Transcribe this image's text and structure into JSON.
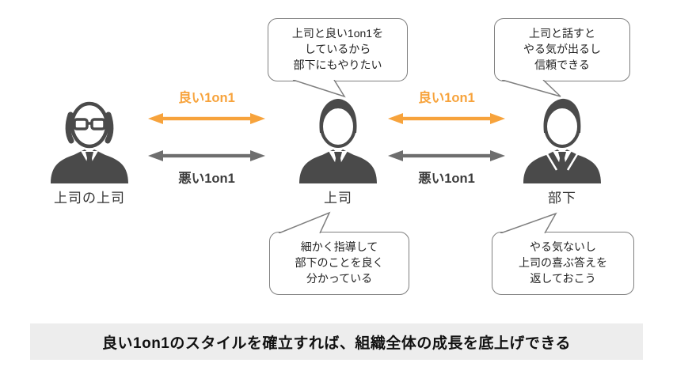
{
  "colors": {
    "accent_orange": "#F7A33C",
    "arrow_gray": "#6E6E6E",
    "icon_gray": "#4A4A4A",
    "banner_bg": "#EDEDED",
    "text_dark": "#333333"
  },
  "people": [
    {
      "id": "boss-of-boss",
      "label": "上司の上司"
    },
    {
      "id": "boss",
      "label": "上司"
    },
    {
      "id": "subordinate",
      "label": "部下"
    }
  ],
  "relations": {
    "good_label": "良い1on1",
    "bad_label": "悪い1on1"
  },
  "bubbles": {
    "boss_top": "上司と良い1on1を\nしているから\n部下にもやりたい",
    "subordinate_top": "上司と話すと\nやる気が出るし\n信頼できる",
    "boss_bottom": "細かく指導して\n部下のことを良く\n分かっている",
    "subordinate_bottom": "やる気ないし\n上司の喜ぶ答えを\n返しておこう"
  },
  "banner": {
    "text": "良い1on1のスタイルを確立すれば、組織全体の成長を底上げできる"
  }
}
